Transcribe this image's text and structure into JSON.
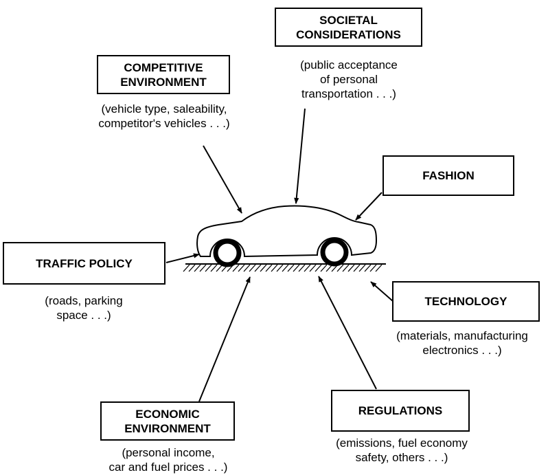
{
  "factors": {
    "societal": {
      "title": [
        "SOCIETAL",
        "CONSIDERATIONS"
      ],
      "note": [
        "(public acceptance",
        "of personal",
        "transportation . . .)"
      ]
    },
    "competitive": {
      "title": [
        "COMPETITIVE",
        "ENVIRONMENT"
      ],
      "note": [
        "(vehicle type, saleability,",
        "competitor's vehicles . . .)"
      ]
    },
    "fashion": {
      "title": [
        "FASHION"
      ]
    },
    "traffic": {
      "title": [
        "TRAFFIC POLICY"
      ],
      "note": [
        "(roads, parking",
        "space . . .)"
      ]
    },
    "technology": {
      "title": [
        "TECHNOLOGY"
      ],
      "note": [
        "(materials, manufacturing",
        "electronics . . .)"
      ]
    },
    "economic": {
      "title": [
        "ECONOMIC",
        "ENVIRONMENT"
      ],
      "note": [
        "(personal income,",
        "car and fuel prices . . .)"
      ]
    },
    "regulations": {
      "title": [
        "REGULATIONS"
      ],
      "note": [
        "(emissions, fuel economy",
        "safety, others . . .)"
      ]
    }
  }
}
